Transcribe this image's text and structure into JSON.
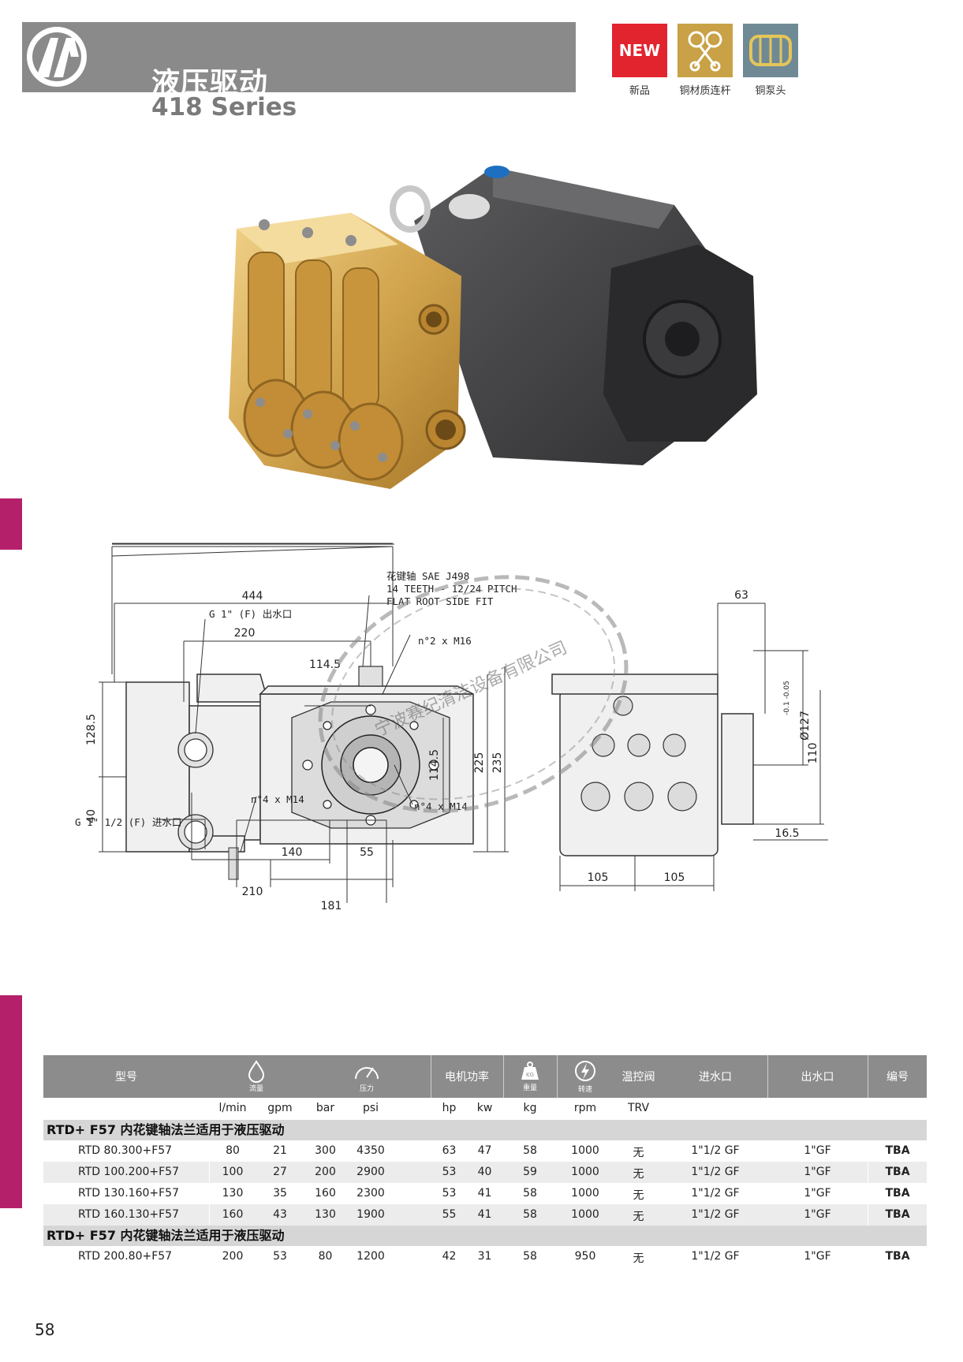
{
  "header": {
    "title": "液压驱动",
    "series": "418 Series"
  },
  "badges": [
    {
      "label": "新品",
      "text": "NEW",
      "color": "#e2242f",
      "icon": "new-badge"
    },
    {
      "label": "铜材质连杆",
      "color": "#c9a146",
      "icon": "connecting-rod-icon"
    },
    {
      "label": "铜泵头",
      "color": "#6f8a95",
      "icon": "pump-head-icon"
    }
  ],
  "drawing": {
    "dims": {
      "d444": "444",
      "d220": "220",
      "d114_5a": "114.5",
      "d128_5": "128.5",
      "d40": "40",
      "d114_5b": "114.5",
      "d225": "225",
      "d235": "235",
      "d140": "140",
      "d55": "55",
      "d210": "210",
      "d181": "181",
      "d63": "63",
      "d105a": "105",
      "d105b": "105",
      "d110": "110",
      "d16_5": "16.5",
      "d127": "Ø127",
      "d127tol": "-0.1 -0.05"
    },
    "notes": {
      "outlet": "G 1\" (F) 出水口",
      "inlet": "G 1\" 1/2 (F) 进水口",
      "shaft1": "花键轴 SAE J498",
      "shaft2": "14 TEETH - 12/24 PITCH",
      "shaft3": "FLAT ROOT SIDE FIT",
      "m16": "n°2 x M16",
      "m14a": "n°4 x M14",
      "m14b": "n°4 x M14"
    }
  },
  "table": {
    "headers": {
      "model": "型号",
      "flow_caption": "流量",
      "pressure_caption": "压力",
      "power": "电机功率",
      "weight_caption": "重量",
      "weight_icon_text": "KG",
      "speed_caption": "转速",
      "trv": "温控阀",
      "inlet": "进水口",
      "outlet": "出水口",
      "code": "编号"
    },
    "units": [
      "l/min",
      "gpm",
      "bar",
      "psi",
      "hp",
      "kw",
      "kg",
      "rpm",
      "TRV"
    ],
    "sections": [
      {
        "title": "RTD+ F57 内花键轴法兰适用于液压驱动",
        "rows": [
          {
            "model": "RTD 80.300+F57",
            "lmin": "80",
            "gpm": "21",
            "bar": "300",
            "psi": "4350",
            "hp": "63",
            "kw": "47",
            "kg": "58",
            "rpm": "1000",
            "trv": "无",
            "inlet": "1\"1/2 GF",
            "outlet": "1\"GF",
            "code": "TBA"
          },
          {
            "model": "RTD 100.200+F57",
            "lmin": "100",
            "gpm": "27",
            "bar": "200",
            "psi": "2900",
            "hp": "53",
            "kw": "40",
            "kg": "59",
            "rpm": "1000",
            "trv": "无",
            "inlet": "1\"1/2 GF",
            "outlet": "1\"GF",
            "code": "TBA"
          },
          {
            "model": "RTD 130.160+F57",
            "lmin": "130",
            "gpm": "35",
            "bar": "160",
            "psi": "2300",
            "hp": "53",
            "kw": "41",
            "kg": "58",
            "rpm": "1000",
            "trv": "无",
            "inlet": "1\"1/2 GF",
            "outlet": "1\"GF",
            "code": "TBA"
          },
          {
            "model": "RTD 160.130+F57",
            "lmin": "160",
            "gpm": "43",
            "bar": "130",
            "psi": "1900",
            "hp": "55",
            "kw": "41",
            "kg": "58",
            "rpm": "1000",
            "trv": "无",
            "inlet": "1\"1/2 GF",
            "outlet": "1\"GF",
            "code": "TBA"
          }
        ]
      },
      {
        "title": "RTD+ F57 内花键轴法兰适用于液压驱动",
        "rows": [
          {
            "model": "RTD 200.80+F57",
            "lmin": "200",
            "gpm": "53",
            "bar": "80",
            "psi": "1200",
            "hp": "42",
            "kw": "31",
            "kg": "58",
            "rpm": "950",
            "trv": "无",
            "inlet": "1\"1/2 GF",
            "outlet": "1\"GF",
            "code": "TBA"
          }
        ]
      }
    ]
  },
  "watermark": "宁波赛纪清洁设备有限公司",
  "page_number": "58"
}
